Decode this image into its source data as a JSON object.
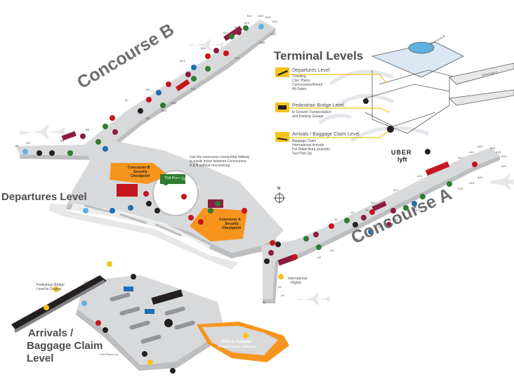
{
  "titles": {
    "concourse_b": "Concourse B",
    "concourse_a": "Concourse A",
    "terminal_levels": "Terminal Levels",
    "departures_level": "Departures Level",
    "arrivals_level_1": "Arrivals /",
    "arrivals_level_2": "Baggage Claim",
    "arrivals_level_3": "Level"
  },
  "levels": {
    "departures": {
      "name": "Departures Level",
      "items": [
        "Ticketing",
        "Civic Plaza",
        "Concessions/Retail",
        "All Gates"
      ]
    },
    "bridge": {
      "name": "Pedestrian Bridge Level",
      "items": [
        "to Ground Transportation",
        "and Parking Garage"
      ]
    },
    "arrivals": {
      "name": "Arrivals / Baggage Claim Level",
      "items": [
        "Baggage Claim",
        "International Arrivals",
        "Pet Relief Area (outside)",
        "Taxi Pick-Up"
      ]
    }
  },
  "callouts": {
    "connector_1": "Use the concourse connecting hallway",
    "connector_2": "to easily move between Concourses",
    "connector_3": "A & B without rescreening.",
    "ped_bridge_1": "Pedestrian Bridge",
    "ped_bridge_2": "Level to Garage",
    "intl_1": "International",
    "intl_2": "Flights",
    "fis": "FIS/U.S. Customs",
    "intl_arrivals": "INTERNATIONAL ARRIVALS",
    "civic_plaza": "CIVIC PLAZA",
    "tsa": "TSA Pre✓",
    "cell_phone": "Cell Phone Lot",
    "north": "N"
  },
  "checkpoints": {
    "b_line1": "Concourse B",
    "b_line2": "Security",
    "b_line3": "Checkpoint",
    "a_line1": "Concourse A",
    "a_line2": "Security",
    "a_line3": "Checkpoint"
  },
  "brand": {
    "uber": "UBER",
    "lyft": "lyft"
  },
  "mini_labels": {
    "concourse_b": "Concourse B",
    "concourse_a": "Concourse A"
  },
  "gates_b": [
    "B1",
    "B4",
    "B5",
    "B6",
    "B7",
    "B8",
    "B9",
    "B10",
    "B12",
    "B13",
    "B14",
    "B15",
    "B16",
    "B17",
    "B18",
    "B19",
    "B21",
    "B22",
    "B23",
    "B24",
    "B25",
    "B26"
  ],
  "gates_a": [
    "A1",
    "A2",
    "A3",
    "A4",
    "A5",
    "A6",
    "A7",
    "A8",
    "A9",
    "A10",
    "A11",
    "A12",
    "A13",
    "A14",
    "A15",
    "A16",
    "A17",
    "A18",
    "A19",
    "A20",
    "A21",
    "A22",
    "A23",
    "A24",
    "A25"
  ],
  "colors": {
    "title_gray": "#6d6e71",
    "floor": "#d8d9db",
    "floor_dark": "#bcbec0",
    "gold": "#f7c21b",
    "orange": "#f7941d",
    "red": "#c4161c",
    "maroon": "#8c1d40",
    "green": "#2e7d32",
    "blue": "#1f6fb5",
    "light_blue": "#5fb0e0",
    "black": "#231f20"
  }
}
